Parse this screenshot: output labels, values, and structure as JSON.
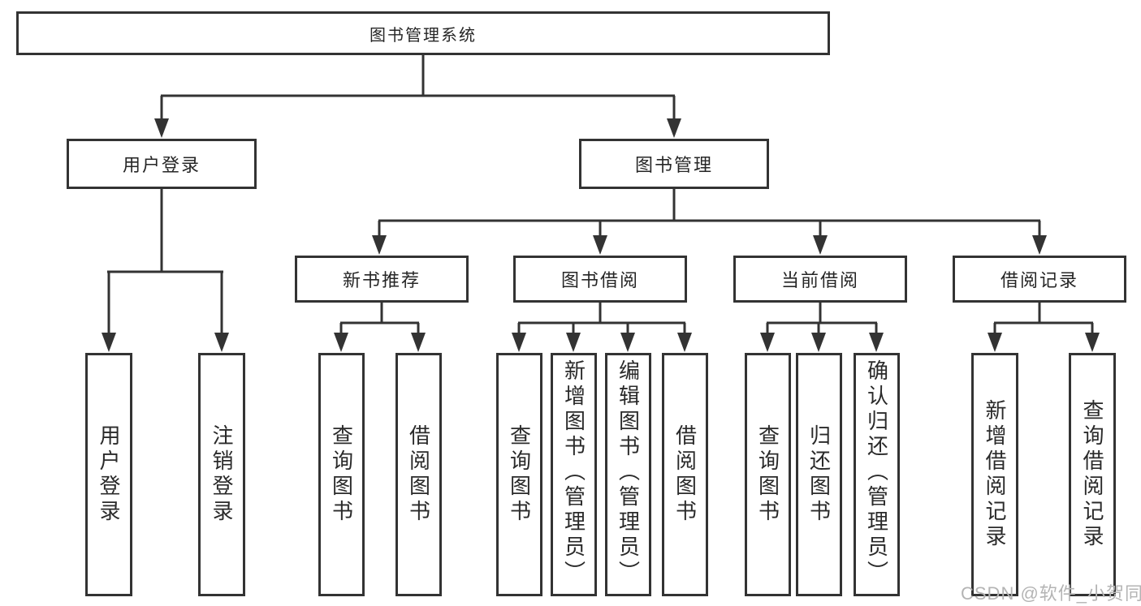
{
  "diagram": {
    "title_node": {
      "label": "图书管理系统"
    },
    "level2": {
      "user_login": {
        "label": "用户登录"
      },
      "book_mgmt": {
        "label": "图书管理"
      }
    },
    "level3": {
      "new_book_rec": {
        "label": "新书推荐"
      },
      "book_borrow": {
        "label": "图书借阅"
      },
      "current_borrow": {
        "label": "当前借阅"
      },
      "borrow_records": {
        "label": "借阅记录"
      }
    },
    "leaves": {
      "user_login": {
        "label": "用户登录"
      },
      "logout": {
        "label": "注销登录"
      },
      "nbr_query_book": {
        "label": "查询图书"
      },
      "nbr_borrow_book": {
        "label": "借阅图书"
      },
      "bb_query_book": {
        "label": "查询图书"
      },
      "bb_add_book": {
        "label": "新增图书（管理员）"
      },
      "bb_edit_book": {
        "label": "编辑图书（管理员）"
      },
      "bb_borrow_book": {
        "label": "借阅图书"
      },
      "cb_query_book": {
        "label": "查询图书"
      },
      "cb_return_book": {
        "label": "归还图书"
      },
      "cb_confirm_return": {
        "label": "确认归还（管理员）"
      },
      "br_add_record": {
        "label": "新增借阅记录"
      },
      "br_query_record": {
        "label": "查询借阅记录"
      }
    }
  },
  "watermark": "CSDN @软件_小贺同学",
  "colors": {
    "line": "#333333",
    "box_fill": "#ffffff",
    "text": "#262626",
    "watermark": "#b4b4b4"
  }
}
